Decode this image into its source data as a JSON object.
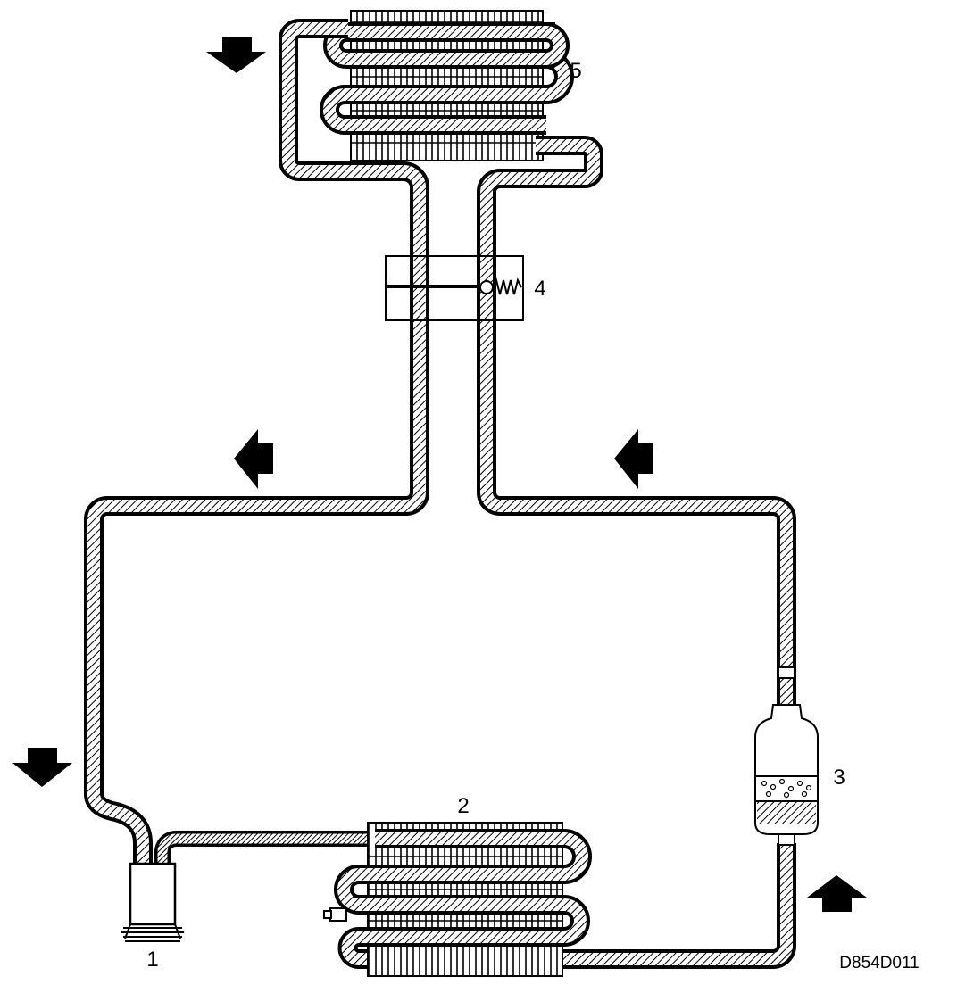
{
  "labels": {
    "compressor": "1",
    "condenser": "2",
    "receiver_drier": "3",
    "expansion_valve": "4",
    "evaporator": "5"
  },
  "code": "D854D011",
  "icons": [
    "flow-arrow-down-icon",
    "flow-arrow-left-icon",
    "flow-arrow-up-icon"
  ],
  "colors": {
    "ink": "#000000",
    "paper": "#ffffff"
  }
}
